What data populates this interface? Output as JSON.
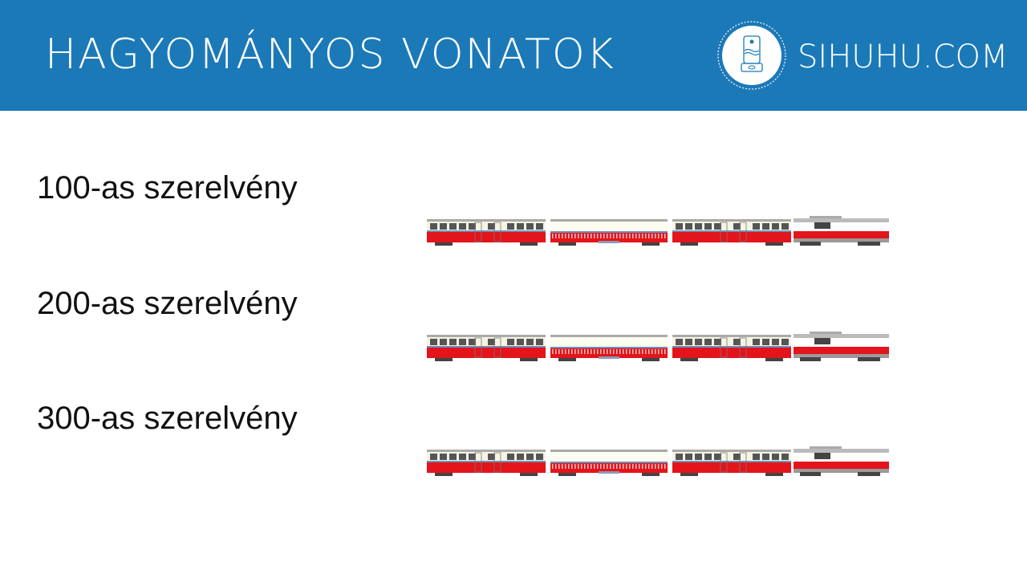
{
  "header": {
    "title": "Hagyományos vonatok",
    "site": "SIHUHU.COM"
  },
  "rows": [
    {
      "label": "100-as szerelvény"
    },
    {
      "label": "200-as szerelvény"
    },
    {
      "label": "300-as szerelvény"
    }
  ],
  "colors": {
    "header": "#1b79b8",
    "train_red": "#e3141b",
    "train_cream": "#f6f3e3",
    "train_grey": "#9a9a9a"
  }
}
